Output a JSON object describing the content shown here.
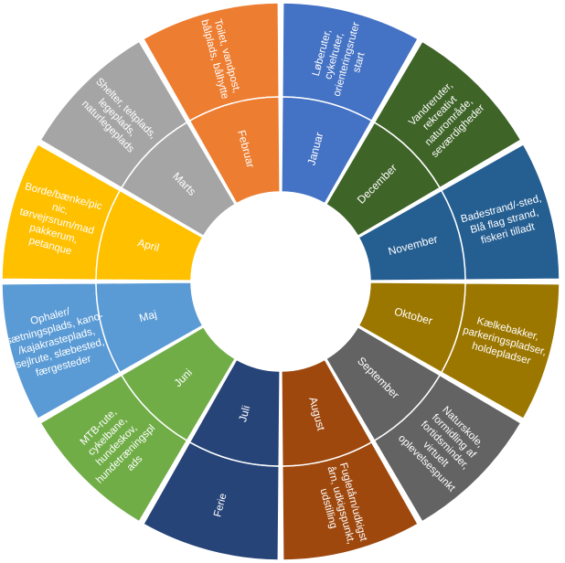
{
  "chart_data": {
    "type": "sunburst",
    "segments": [
      {
        "month": "Januar",
        "activity": [
          "Løberuter,",
          "cykelruter,",
          "orienteringsruter",
          "start"
        ],
        "color": "#4472C4"
      },
      {
        "month": "December",
        "activity": [
          "Vandreruter,",
          "rekreativt",
          "naturområde,",
          "seværdigheder"
        ],
        "color": "#3F6428"
      },
      {
        "month": "November",
        "activity": [
          "Badestrand/-sted,",
          "Blå flag strand,",
          "fiskeri tilladt"
        ],
        "color": "#255E91"
      },
      {
        "month": "Oktober",
        "activity": [
          "Kælkebakker,",
          "parkeringspladser,",
          "holdepladser"
        ],
        "color": "#9C7700"
      },
      {
        "month": "September",
        "activity": [
          "Naturskole,",
          "formidling af",
          "fortidsminder,",
          "virtuelt",
          "oplevelsespunkt"
        ],
        "color": "#636363"
      },
      {
        "month": "August",
        "activity": [
          "Fugletårn/udkigst",
          "årn, udkigspunkt,",
          "udstilling"
        ],
        "color": "#9E480E"
      },
      {
        "month": "Juli",
        "activity": [
          "Ferie"
        ],
        "color": "#264478"
      },
      {
        "month": "Juni",
        "activity": [
          "MTB-rute,",
          "cykelbane,",
          "hundeskov,",
          "hundetræningspl",
          "ads"
        ],
        "color": "#70AD47"
      },
      {
        "month": "Maj",
        "activity": [
          "Ophaler/",
          "isætningsplads, kano-",
          "/kajakrasteplads,",
          "sejlrute, slæbested,",
          "færgesteder"
        ],
        "color": "#5B9BD5"
      },
      {
        "month": "April",
        "activity": [
          "Borde/bænke/pic",
          "nic,",
          "tørvejrsrum/mad",
          "pakkerum,",
          "petanque"
        ],
        "color": "#FFC000"
      },
      {
        "month": "Marts",
        "activity": [
          "Shelter, teltplads,",
          "legeplads,",
          "naturlegeplads"
        ],
        "color": "#A5A5A5"
      },
      {
        "month": "Februar",
        "activity": [
          "Toilet, vandpost,",
          "bålplads, bålhytte"
        ],
        "color": "#ED7D31"
      }
    ]
  }
}
